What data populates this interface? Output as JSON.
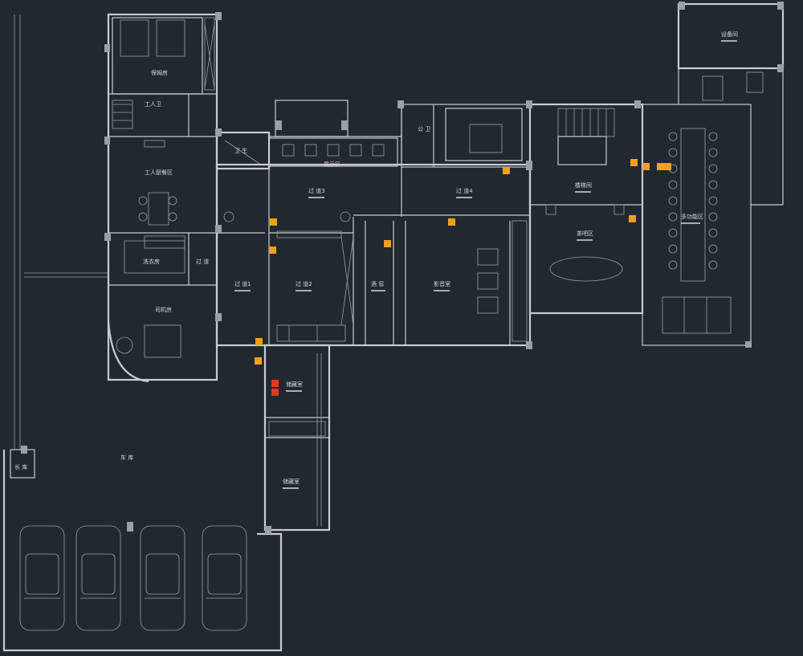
{
  "colors": {
    "background": "#212830",
    "wall": "#c9ccd1",
    "column": "#9aa0a8",
    "marker_orange": "#f0a020",
    "marker_red": "#e03a1e"
  },
  "rooms": {
    "equipment": "设备间",
    "staff_dorm": "保姆房",
    "worker_room": "工人卫",
    "staff_dining": "工人厨餐区",
    "laundry": "洗衣房",
    "corridor_small": "过 道",
    "driver_room": "司机房",
    "toilet_left": "卫 生",
    "toilet_right": "公 卫",
    "display_area": "展示区",
    "aisle_1": "过 道1",
    "aisle_2": "过 道2",
    "aisle_3": "过 道3",
    "aisle_4": "过 道4",
    "wine_cellar": "酒 窖",
    "cinema": "影音室",
    "stair_hall": "楼梯间",
    "tea_area": "茶吧区",
    "activity_area": "多功能区",
    "storage_upper": "储藏室",
    "storage_lower": "储藏室",
    "garage": "车 库",
    "garage_office": "长 库"
  }
}
